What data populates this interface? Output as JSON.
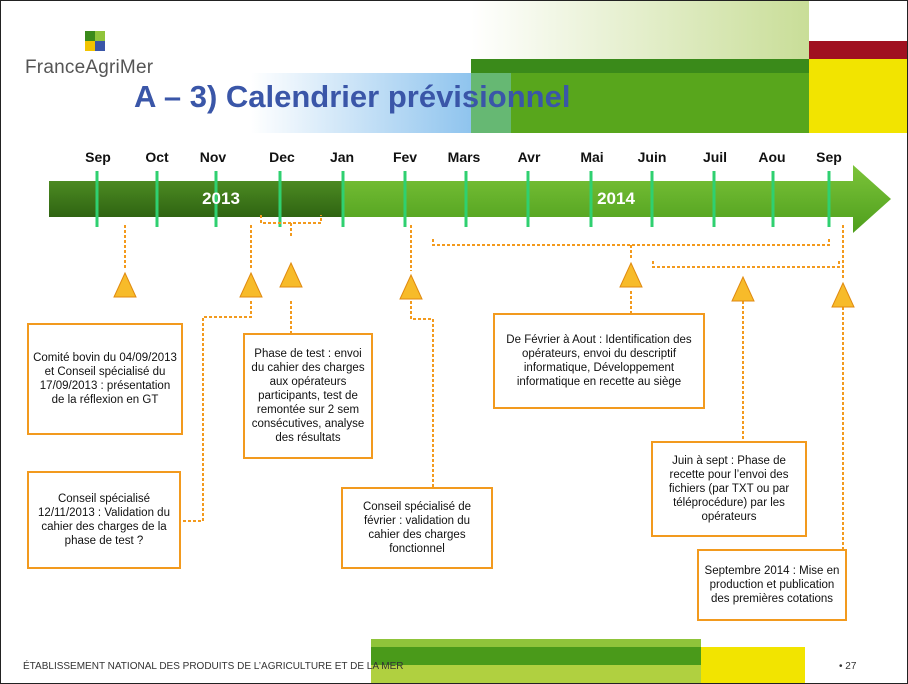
{
  "header": {
    "logo_text": "FranceAgriMer",
    "title": "A – 3) Calendrier prévisionnel"
  },
  "timeline": {
    "months": [
      "Sep",
      "Oct",
      "Nov",
      "Dec",
      "Jan",
      "Fev",
      "Mars",
      "Avr",
      "Mai",
      "Juin",
      "Juil",
      "Aou",
      "Sep"
    ],
    "years": [
      "2013",
      "2014"
    ]
  },
  "notes": {
    "comite": "Comité bovin du 04/09/2013 et Conseil spécialisé du 17/09/2013 : présentation de la réflexion en GT",
    "conseil_nov": "Conseil spécialisé 12/11/2013 : Validation du cahier des charges de la phase de test ?",
    "phase_test": "Phase de test : envoi du cahier des charges aux opérateurs participants, test de remontée sur 2 sem consécutives, analyse des résultats",
    "conseil_fev": "Conseil spécialisé de février : validation du cahier des charges fonctionnel",
    "fevrier_aout": "De Février à Aout : Identification des opérateurs, envoi du descriptif informatique, Développement informatique en recette au siège",
    "juin_sept": "Juin à sept : Phase de recette pour l’envoi des fichiers (par TXT ou par téléprocédure) par les opérateurs",
    "septembre": "Septembre 2014 : Mise en production et publication des premières cotations"
  },
  "footer": {
    "text": "ÉTABLISSEMENT NATIONAL DES PRODUITS DE L’AGRICULTURE ET DE LA MER",
    "page_number": "• 27"
  },
  "colors": {
    "dark_green": "#3f7a1a",
    "light_green": "#5fb52a",
    "orange": "#f29a1e",
    "title_blue": "#3a56a8",
    "yellow": "#f2e400",
    "red": "#a01020"
  }
}
